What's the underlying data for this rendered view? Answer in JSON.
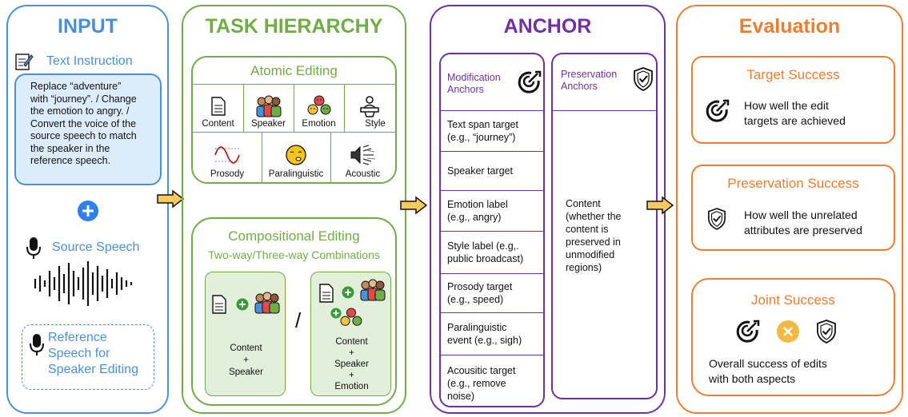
{
  "colors": {
    "input": "#4a90d9",
    "task": "#70ad47",
    "anchor": "#7030a0",
    "eval": "#ed7d31",
    "arrow_fill": "#f7c95e"
  },
  "input": {
    "title": "INPUT",
    "text_instruction_label": "Text Instruction",
    "instruction_lines": [
      "Replace “adventure”",
      "with “journey”. / Change",
      "the emotion to angry. /",
      "Convert the voice of the",
      "source speech to match",
      "the speaker in the",
      "reference speech."
    ],
    "source_speech_label": "Source Speech",
    "reference_lines": [
      "Reference",
      "Speech for",
      "Speaker Editing"
    ]
  },
  "task": {
    "title": "TASK HIERARCHY",
    "atomic_title": "Atomic Editing",
    "atomic_items": [
      "Content",
      "Speaker",
      "Emotion",
      "Style",
      "Prosody",
      "Paralinguistic",
      "Acoustic"
    ],
    "comp_title": "Compositional Editing",
    "comp_subtitle": "Two-way/Three-way Combinations",
    "combo1": [
      "Content",
      "+",
      "Speaker"
    ],
    "slash": "/",
    "combo2": [
      "Content",
      "+",
      "Speaker",
      "+",
      "Emotion"
    ]
  },
  "anchor": {
    "title": "ANCHOR",
    "mod_header": [
      "Modification",
      "Anchors"
    ],
    "pres_header": [
      "Preservation",
      "Anchors"
    ],
    "mod_items": [
      [
        "Text span target",
        "(e.g., “journey”)"
      ],
      [
        "Speaker target"
      ],
      [
        "Emotion label",
        "(e.g., angry)"
      ],
      [
        "Style label (e.g,.",
        "public broadcast)"
      ],
      [
        "Prosody target",
        "(e.g., speed)"
      ],
      [
        "Paralinguistic",
        "event (e.g., sigh)"
      ],
      [
        "Acousitic target",
        "(e.g., remove",
        "noise)"
      ]
    ],
    "pres_text": [
      "Content",
      "(whether the",
      "content is",
      "preserved in",
      "unmodified",
      "regions)"
    ]
  },
  "evaluation": {
    "title": "Evaluation",
    "target_title": "Target Success",
    "target_lines": [
      "How well the edit",
      "targets are achieved"
    ],
    "pres_title": "Preservation Success",
    "pres_lines": [
      "How well the unrelated",
      "attributes are preserved"
    ],
    "joint_title": "Joint Success",
    "joint_lines": [
      "Overall success of edits",
      "with both aspects"
    ]
  },
  "icons": [
    "edit-icon",
    "plus-icon",
    "microphone-icon",
    "waveform-icon",
    "document-icon",
    "people-icon",
    "emotion-faces-icon",
    "podium-icon",
    "prosody-wave-icon",
    "sigh-face-icon",
    "speaker-noise-icon",
    "target-arrow-icon",
    "shield-check-icon",
    "cross-icon"
  ]
}
